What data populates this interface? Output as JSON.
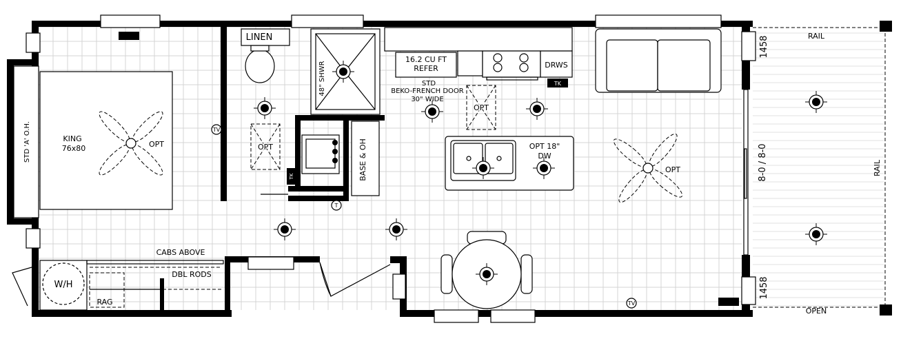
{
  "labels": {
    "linen": "LINEN",
    "shower": "48\" SHWR",
    "refer_size": "16.2 CU FT",
    "refer": "REFER",
    "refer_std": "STD",
    "refer_brand": "BEKO-FRENCH DOOR",
    "refer_width": "30\" WIDE",
    "drawers": "DRWS",
    "tk": "TK",
    "dim_top": "1458",
    "dim_bottom": "1458",
    "rail_top": "RAIL",
    "rail_right": "RAIL",
    "open": "OPEN",
    "door_size": "8-0 / 8-0",
    "overhang": "STD 'A' O.H.",
    "king": "KING",
    "king_size": "76x80",
    "opt": "OPT",
    "tv": "TV",
    "thermostat": "T",
    "base_oh": "BASE & OH",
    "dishwasher_opt": "OPT 18\"",
    "dishwasher": "DW",
    "cabs_above": "CABS ABOVE",
    "dbl_rods": "DBL RODS",
    "washer_dryer": "W/H",
    "rag": "RAG"
  }
}
